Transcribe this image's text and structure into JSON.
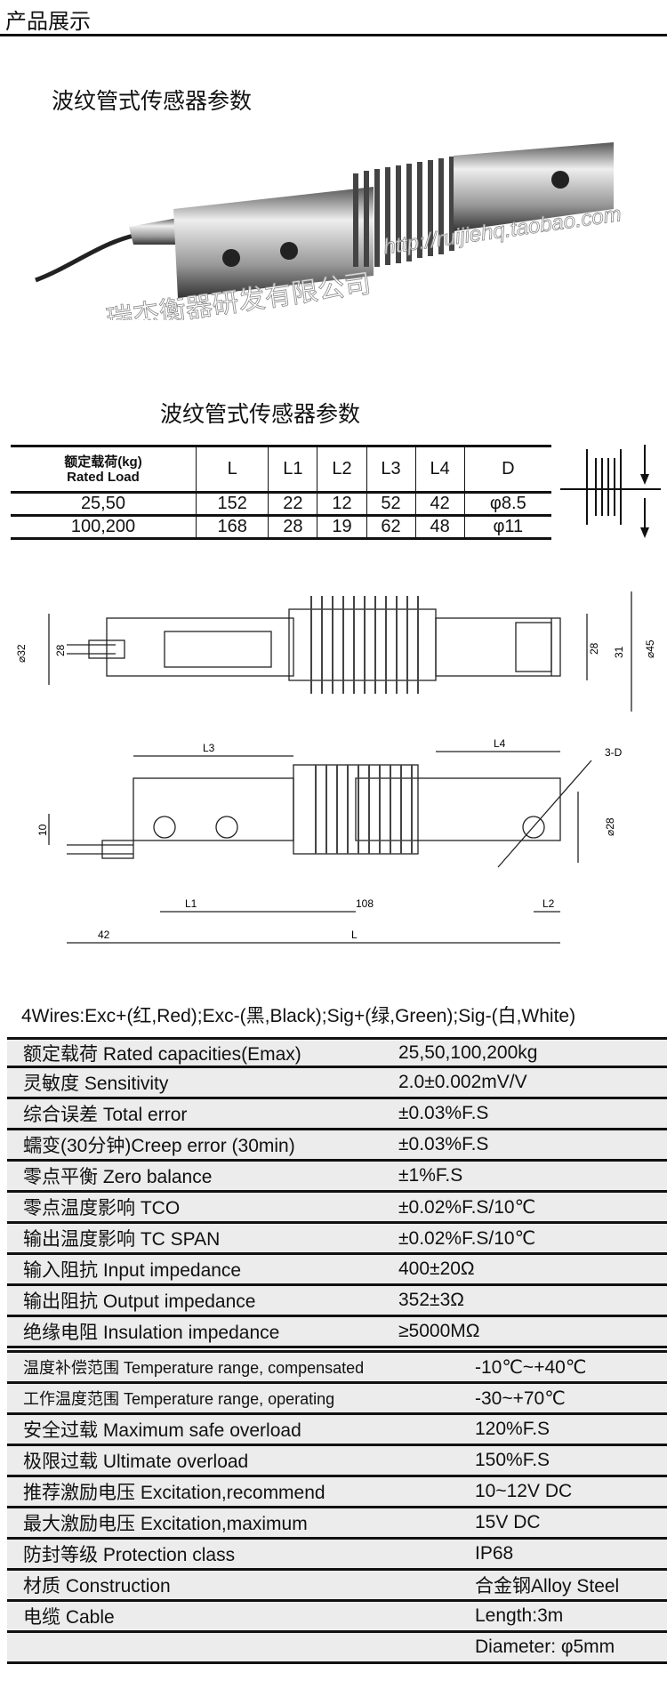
{
  "header": {
    "title": "产品展示"
  },
  "section_title": "波纹管式传感器参数",
  "photo": {
    "watermark_cn": "瑞杰衡器研发有限公司",
    "watermark_url": "http://ruijiehq.taobao.com"
  },
  "dim_table": {
    "title": "波纹管式传感器参数",
    "headers": [
      "额定载荷(kg)",
      "Rated Load",
      "L",
      "L1",
      "L2",
      "L3",
      "L4",
      "D"
    ],
    "rows": [
      [
        "25,50",
        "152",
        "22",
        "12",
        "52",
        "42",
        "φ8.5"
      ],
      [
        "100,200",
        "168",
        "28",
        "19",
        "62",
        "48",
        "φ11"
      ]
    ]
  },
  "drawing": {
    "labels": {
      "d32": "⌀32",
      "h28a": "28",
      "h28b": "28",
      "h31": "31",
      "d45": "⌀45",
      "L3": "L3",
      "L4": "L4",
      "holes": "3-D",
      "h10": "10",
      "d28": "⌀28",
      "L1": "L1",
      "c108": "108",
      "L2": "L2",
      "c42": "42",
      "L": "L"
    }
  },
  "wires": "4Wires:Exc+(红,Red);Exc-(黑,Black);Sig+(绿,Green);Sig-(白,White)",
  "specs_a": [
    [
      "额定载荷 Rated capacities(Emax)",
      "25,50,100,200kg"
    ],
    [
      "灵敏度 Sensitivity",
      "2.0±0.002mV/V"
    ],
    [
      "综合误差 Total error",
      "±0.03%F.S"
    ],
    [
      "蠕变(30分钟)Creep error (30min)",
      "±0.03%F.S"
    ],
    [
      "零点平衡 Zero balance",
      "±1%F.S"
    ],
    [
      "零点温度影响 TCO",
      "±0.02%F.S/10℃"
    ],
    [
      "输出温度影响 TC SPAN",
      "±0.02%F.S/10℃"
    ],
    [
      "输入阻抗 Input  impedance",
      "400±20Ω"
    ],
    [
      "输出阻抗 Output  impedance",
      "352±3Ω"
    ],
    [
      "绝缘电阻 Insulation impedance",
      "≥5000MΩ"
    ]
  ],
  "specs_b": [
    [
      "温度补偿范围 Temperature range, compensated",
      "-10℃~+40℃"
    ],
    [
      "工作温度范围 Temperature range, operating",
      "-30~+70℃"
    ],
    [
      "安全过载 Maximum safe overload",
      "120%F.S"
    ],
    [
      "极限过载 Ultimate overload",
      "150%F.S"
    ],
    [
      "推荐激励电压 Excitation,recommend",
      "10~12V DC"
    ],
    [
      "最大激励电压 Excitation,maximum",
      "15V DC"
    ],
    [
      "防封等级 Protection class",
      "IP68"
    ],
    [
      "材质 Construction",
      "合金钢Alloy Steel"
    ],
    [
      "电缆 Cable",
      "Length:3m"
    ],
    [
      "",
      "Diameter: φ5mm"
    ]
  ]
}
